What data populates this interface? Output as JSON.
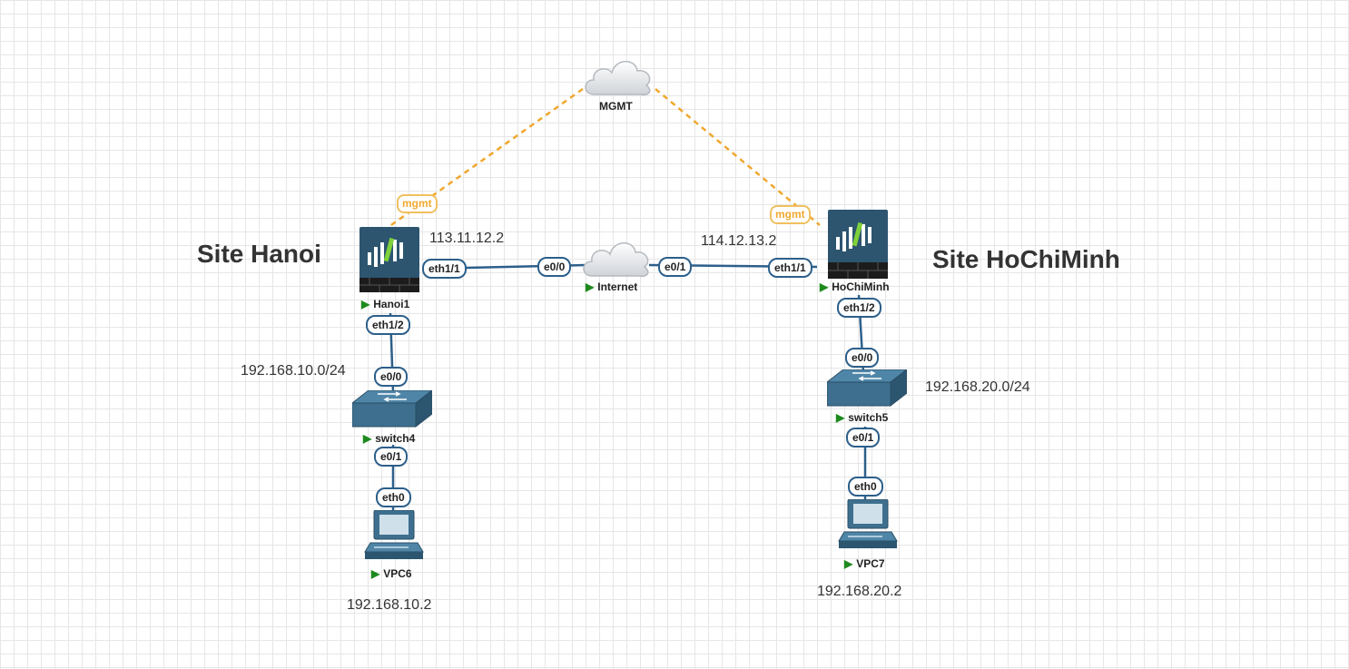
{
  "sites": {
    "left_title": "Site Hanoi",
    "right_title": "Site HoChiMinh"
  },
  "nodes": {
    "mgmt": "MGMT",
    "internet": "Internet",
    "hanoi": "Hanoi1",
    "hochiminh": "HoChiMinh",
    "switch4": "switch4",
    "switch5": "switch5",
    "vpc6": "VPC6",
    "vpc7": "VPC7"
  },
  "interfaces": {
    "hanoi_wan": "eth1/1",
    "hanoi_lan": "eth1/2",
    "internet_left": "e0/0",
    "internet_right": "e0/1",
    "hcm_wan": "eth1/1",
    "hcm_lan": "eth1/2",
    "switch4_up": "e0/0",
    "switch4_down": "e0/1",
    "vpc6_eth": "eth0",
    "switch5_up": "e0/0",
    "switch5_down": "e0/1",
    "vpc7_eth": "eth0",
    "mgmt_left": "mgmt",
    "mgmt_right": "mgmt"
  },
  "addresses": {
    "hanoi_wan_ip": "113.11.12.2",
    "hcm_wan_ip": "114.12.13.2",
    "hanoi_lan_net": "192.168.10.0/24",
    "hcm_lan_net": "192.168.20.0/24",
    "vpc6_ip": "192.168.10.2",
    "vpc7_ip": "192.168.20.2"
  },
  "colors": {
    "link": "#2c5f8a",
    "mgmt_link": "#f0a830",
    "device": "#2d5570",
    "running_indicator": "#1e8a1e"
  }
}
